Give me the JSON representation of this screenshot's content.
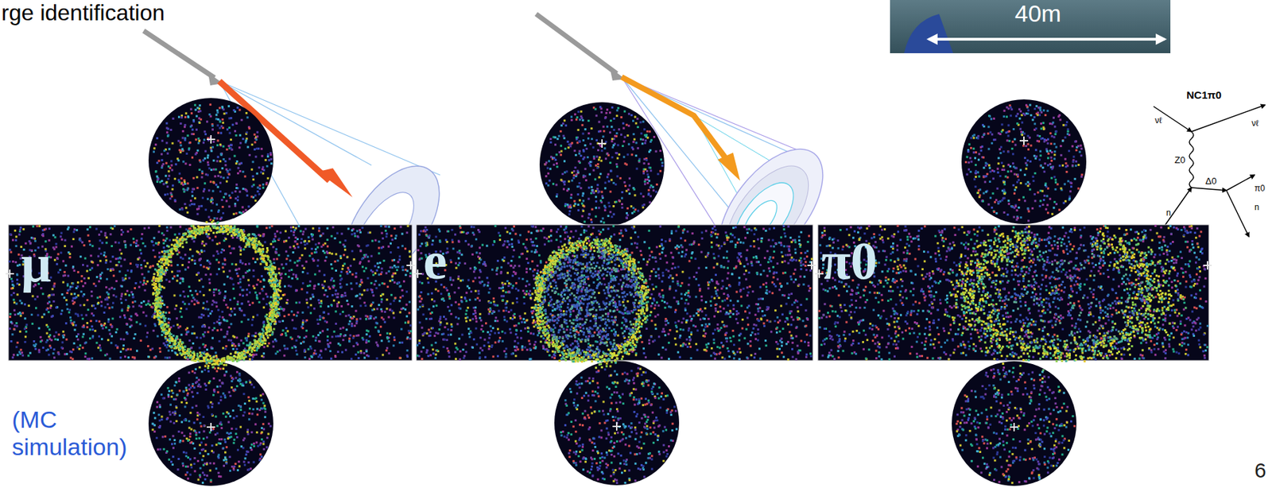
{
  "diagram": {
    "nodes": [
      {
        "text": [
          "μ"
        ]
      },
      {
        "text": [
          "e"
        ]
      },
      {
        "text": [
          "π0"
        ]
      }
    ],
    "labels": [
      "rge identification",
      "40m",
      "NC1π0",
      "νℓ",
      "νℓ",
      "Z0",
      "Δ0",
      "π0",
      "n",
      "n",
      "(MC simulation)",
      "6"
    ]
  }
}
